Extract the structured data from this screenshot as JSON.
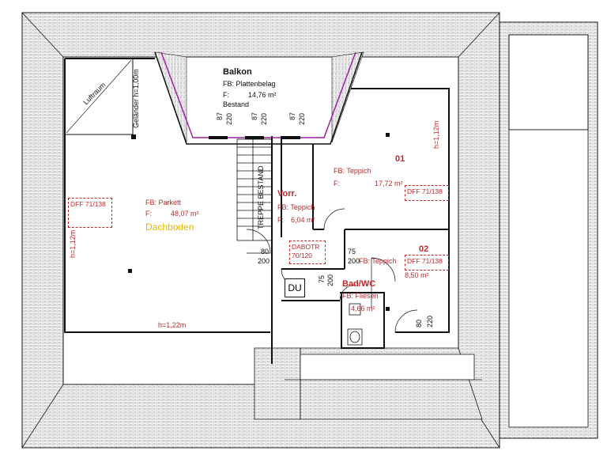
{
  "rooms": {
    "balkon": {
      "name": "Balkon",
      "floor": "FB: Plattenbelag",
      "area_label": "F:",
      "area": "14,76 m²",
      "note": "Bestand"
    },
    "dachboden": {
      "floor": "FB: Parkett",
      "area_label": "F:",
      "area": "48,07 m²",
      "name": "Dachboden"
    },
    "room01": {
      "name": "01",
      "floor": "FB: Teppich",
      "area_label": "F:",
      "area": "17,72 m²"
    },
    "room02": {
      "name": "02",
      "floor": "FB: Teppich",
      "area": "8,50 m²"
    },
    "vorr": {
      "name": "Vorr.",
      "floor": "FB: Teppich",
      "area_label": "F:",
      "area": "6,04 m²"
    },
    "badwc": {
      "name": "Bad/WC",
      "floor": "FB: Fliesen",
      "area": "4,66 m²"
    }
  },
  "annotations": {
    "luftraum": "Luftraum",
    "gelaender": "Geländer h=1,00m",
    "treppe": "TREPPE BESTAND",
    "du": "DU",
    "h_122_bottom": "h=1,22m",
    "h_112_left": "h=1,12m",
    "h_112_right": "h=1,12m",
    "dff_left": "DFF 71/138",
    "dff_01": "DFF 71/138",
    "dff_02": "DFF 71/138",
    "dabotr": "DABOTR",
    "dabotr_size": "70/120"
  },
  "dimensions": {
    "w1_top": "87",
    "w1_bot": "220",
    "w2_top": "87",
    "w2_bot": "220",
    "w3_top": "87",
    "w3_bot": "220",
    "d_vorr_w": "80",
    "d_vorr_h": "200",
    "d_mid_w": "75",
    "d_mid_h": "200",
    "d_bad_w": "75",
    "d_bad_h": "200",
    "d_02_w": "80",
    "d_02_h": "220"
  },
  "colors": {
    "line": "#111111",
    "red": "#c0282c",
    "purple": "#a020a0",
    "yellow": "#e6b800",
    "hatch": "#9a9a9a"
  }
}
